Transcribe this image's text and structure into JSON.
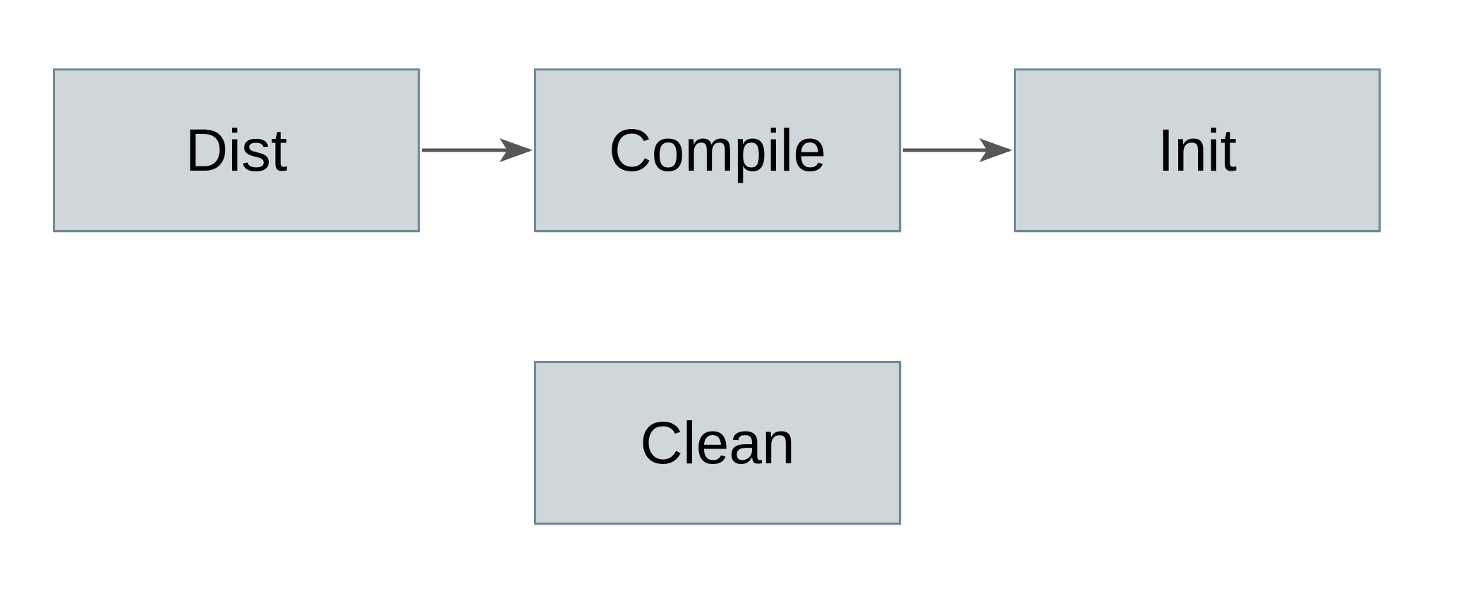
{
  "diagram": {
    "type": "flowchart",
    "nodes": [
      {
        "id": "dist",
        "label": "Dist"
      },
      {
        "id": "compile",
        "label": "Compile"
      },
      {
        "id": "init",
        "label": "Init"
      },
      {
        "id": "clean",
        "label": "Clean"
      }
    ],
    "edges": [
      {
        "from": "Dist",
        "to": "Compile",
        "direction": "right"
      },
      {
        "from": "Compile",
        "to": "Init",
        "direction": "right"
      }
    ],
    "colors": {
      "background": "#ffffff",
      "node_fill": "#d0d7da",
      "node_border": "#728895",
      "arrow": "#575757",
      "text": "#000000"
    }
  }
}
